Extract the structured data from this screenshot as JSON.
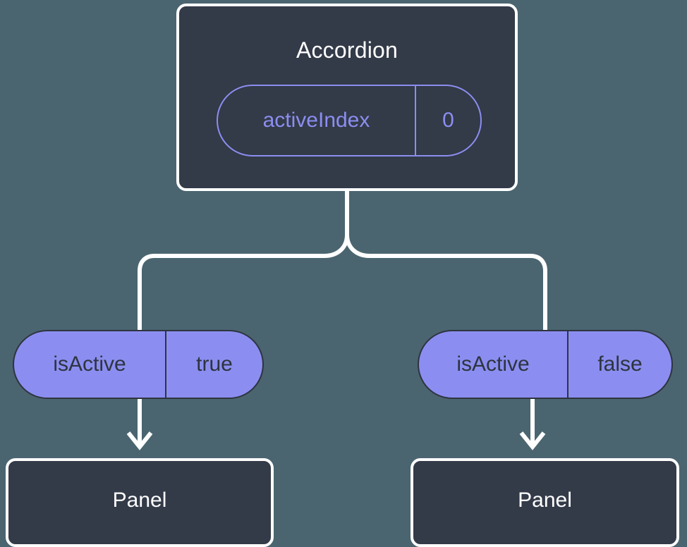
{
  "theme": {
    "background": "#4a6570",
    "card_fill": "#333a48",
    "card_border": "#ffffff",
    "accent_purple": "#8b8ef0",
    "pill_text_dark": "#2e3440",
    "connector": "#ffffff"
  },
  "diagram": {
    "type": "component-tree",
    "parent": {
      "title": "Accordion",
      "state_badge": {
        "key": "activeIndex",
        "value": "0"
      }
    },
    "children": [
      {
        "prop_badge": {
          "key": "isActive",
          "value": "true"
        },
        "component": {
          "title": "Panel"
        }
      },
      {
        "prop_badge": {
          "key": "isActive",
          "value": "false"
        },
        "component": {
          "title": "Panel"
        }
      }
    ]
  }
}
